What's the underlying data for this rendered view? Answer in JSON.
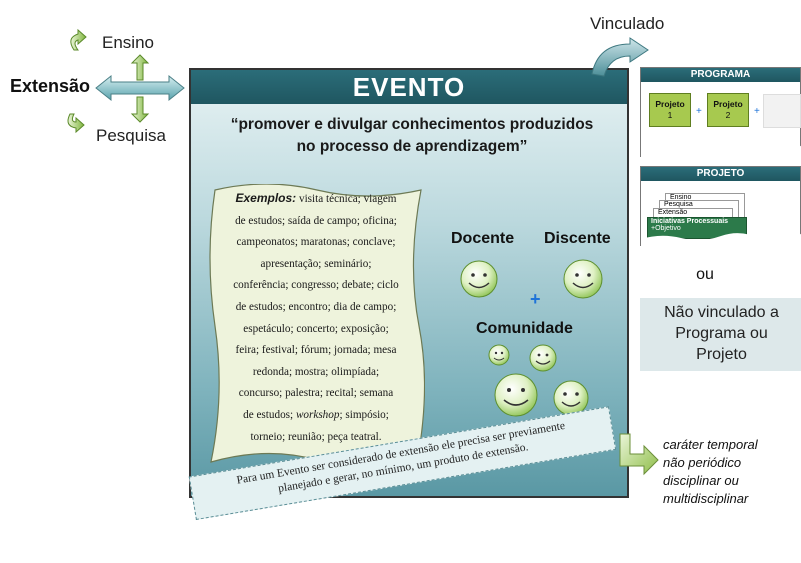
{
  "left_cross": {
    "extensao": "Extensão",
    "ensino": "Ensino",
    "pesquisa": "Pesquisa"
  },
  "evento": {
    "title": "EVENTO",
    "quote_line1": "“promover e divulgar conhecimentos produzidos",
    "quote_line2": "no processo de aprendizagem”",
    "examples_label": "Exemplos:",
    "examples_lines": [
      "visita técnica; viagem",
      "de estudos; saída de campo; oficina;",
      "campeonatos; maratonas; conclave;",
      "apresentação; seminário;",
      "conferência; congresso; debate; ciclo",
      "de estudos; encontro; dia de campo;",
      "espetáculo; concerto; exposição;",
      "feira; festival; fórum; jornada; mesa",
      "redonda; mostra; olimpíada;",
      "concurso; palestra; recital; semana",
      "de estudos;",
      "workshop",
      "; simpósio;",
      "torneio; reunião; peça teatral."
    ],
    "docente": "Docente",
    "discente": "Discente",
    "plus": "+",
    "comunidade": "Comunidade",
    "note_line1": "Para um Evento ser considerado de extensão ele precisa ser previamente",
    "note_line2": "planejado e gerar, no mínimo, um produto de extensão."
  },
  "right": {
    "vinculado": "Vinculado",
    "programa": {
      "title": "PROGRAMA",
      "projeto1_name": "Projeto",
      "projeto1_num": "1",
      "projeto2_name": "Projeto",
      "projeto2_num": "2",
      "plus": "+",
      "plus2": "+"
    },
    "projeto": {
      "title": "PROJETO",
      "tab1": "Ensino",
      "tab2": "Pesquisa",
      "tab3": "Extensão",
      "tab4": "Iniciativas Processuais",
      "tab5": "+Objetivo"
    },
    "ou": "ou",
    "nao_vinculado_line1": "Não vinculado a",
    "nao_vinculado_line2": "Programa ou",
    "nao_vinculado_line3": "Projeto",
    "carater_line1": "caráter temporal",
    "carater_line2": "não periódico",
    "carater_line3": "disciplinar ou",
    "carater_line4": "multidisciplinar"
  },
  "colors": {
    "header": "#1f5660",
    "panel_top": "#e8f3f4",
    "panel_bottom": "#5a98a4",
    "arrow_green": "#8fbe4a",
    "arrow_teal": "#4d9aa5",
    "project_green": "#a7c94f",
    "plus_blue": "#1e73d8"
  }
}
